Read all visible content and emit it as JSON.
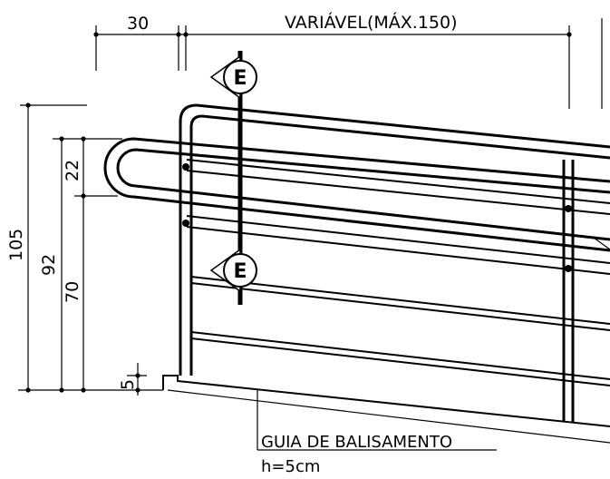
{
  "dimensions": {
    "top_left": "30",
    "top_right": "VARIÁVEL(MÁX.150)",
    "total_height": "105",
    "handrail_height": "92",
    "upper_gap": "22",
    "lower_height": "70",
    "curb": "5"
  },
  "section_marks": {
    "upper": "E",
    "lower": "E"
  },
  "note": {
    "title": "GUIA DE BALISAMENTO",
    "subtitle": "h=5cm"
  }
}
